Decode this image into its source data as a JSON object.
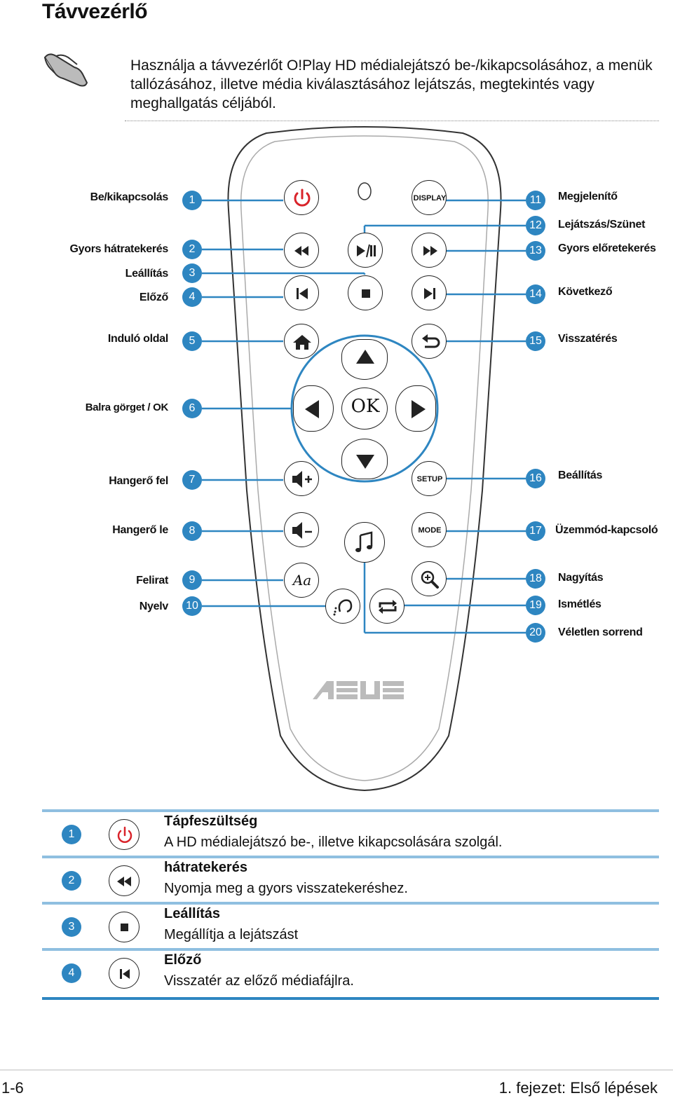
{
  "page_title": "Távvezérlő",
  "note": "Használja a távvezérlőt O!Play HD médialejátszó be-/kikapcsolásához, a menük tallózásához, illetve média kiválasztásához lejátszás, megtekintés vagy meghallgatás céljából.",
  "remote": {
    "left_labels": [
      {
        "num": "1",
        "label": "Be/kikapcsolás"
      },
      {
        "num": "2",
        "label": "Gyors hátratekerés"
      },
      {
        "num": "3",
        "label": "Leállítás"
      },
      {
        "num": "4",
        "label": "Előző"
      },
      {
        "num": "5",
        "label": "Induló oldal"
      },
      {
        "num": "6",
        "label": "Balra görget / OK"
      },
      {
        "num": "7",
        "label": "Hangerő fel"
      },
      {
        "num": "8",
        "label": "Hangerő le"
      },
      {
        "num": "9",
        "label": "Felirat"
      },
      {
        "num": "10",
        "label": "Nyelv"
      }
    ],
    "right_labels": [
      {
        "num": "11",
        "label": "Megjelenítő"
      },
      {
        "num": "12",
        "label": "Lejátszás/Szünet"
      },
      {
        "num": "13",
        "label": "Gyors előretekerés"
      },
      {
        "num": "14",
        "label": "Következő"
      },
      {
        "num": "15",
        "label": "Visszatérés"
      },
      {
        "num": "16",
        "label": "Beállítás"
      },
      {
        "num": "17",
        "label": "Üzemmód-kapcsoló"
      },
      {
        "num": "18",
        "label": "Nagyítás"
      },
      {
        "num": "19",
        "label": "Ismétlés"
      },
      {
        "num": "20",
        "label": "Véletlen sorrend"
      }
    ],
    "buttons": {
      "display": "DISPLAY",
      "ok": "OK",
      "setup": "SETUP",
      "mode": "MODE",
      "subtitle_glyph": "Aa"
    },
    "brand": "ASUS"
  },
  "table": [
    {
      "num": "1",
      "icon": "power-icon",
      "title": "Tápfeszültség",
      "desc": "A HD médialejátszó be-, illetve kikapcsolására szolgál."
    },
    {
      "num": "2",
      "icon": "rewind-icon",
      "title": "hátratekerés",
      "desc": "Nyomja meg a gyors visszatekeréshez."
    },
    {
      "num": "3",
      "icon": "stop-icon",
      "title": "Leállítás",
      "desc": "Megállítja a lejátszást"
    },
    {
      "num": "4",
      "icon": "previous-icon",
      "title": "Előző",
      "desc": "Visszatér az előző médiafájlra."
    }
  ],
  "footer": {
    "page_number": "1-6",
    "chapter": "1. fejezet: Első lépések"
  },
  "colors": {
    "accent": "#2e86c1",
    "rule_light": "#8fbfe0",
    "power_red": "#d9232a"
  }
}
